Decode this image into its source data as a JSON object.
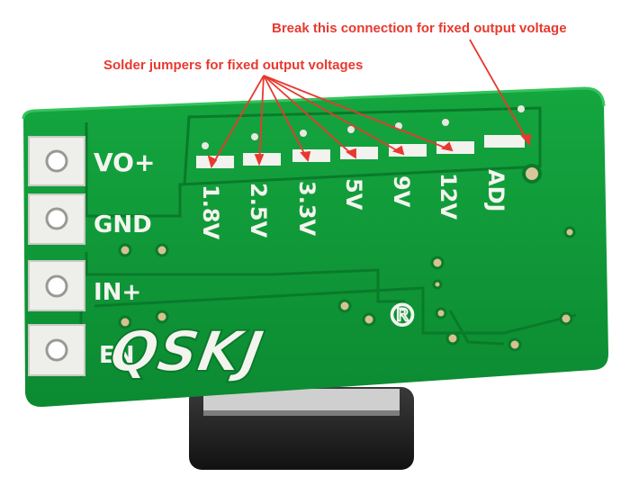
{
  "annotations": {
    "break_label": "Break this connection for fixed output voltage",
    "solder_label": "Solder jumpers for fixed output voltages",
    "color": "#e8392f"
  },
  "board": {
    "pcb_color": "#0f9a38",
    "trace_color": "#2bb44f",
    "pins": [
      {
        "label": "VO+"
      },
      {
        "label": "GND"
      },
      {
        "label": "IN+"
      },
      {
        "label": "EN"
      }
    ],
    "voltage_labels": [
      {
        "label": "1.8V"
      },
      {
        "label": "2.5V"
      },
      {
        "label": "3.3V"
      },
      {
        "label": "5V"
      },
      {
        "label": "9V"
      },
      {
        "label": "12V"
      },
      {
        "label": "ADJ"
      }
    ],
    "logo_text": "QSKJ",
    "registered_mark": "®"
  }
}
